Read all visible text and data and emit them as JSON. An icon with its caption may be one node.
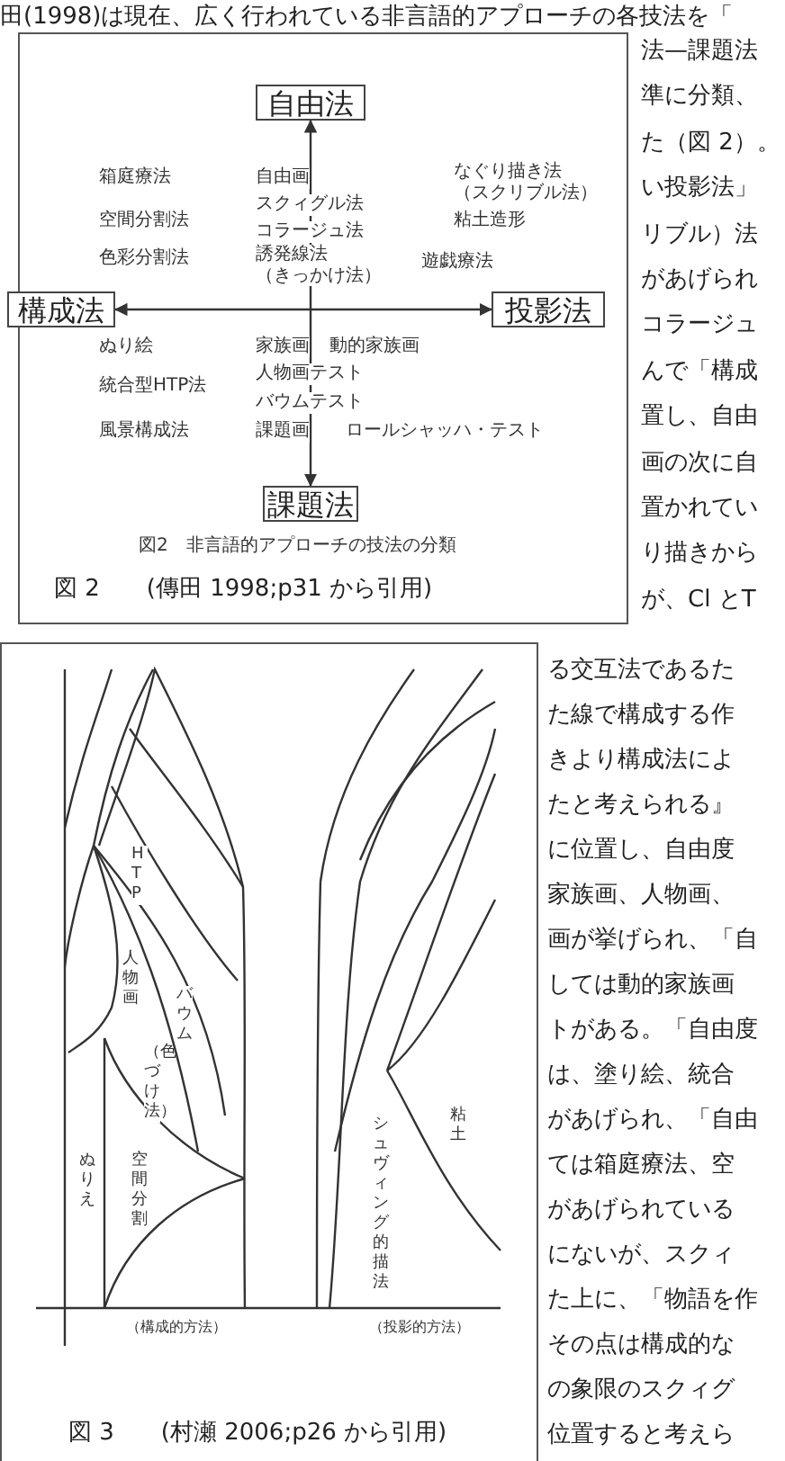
{
  "diagram": {
    "nodes": [
      {
        "text": [
          "自由法"
        ]
      },
      {
        "text": [
          "構成法"
        ]
      },
      {
        "text": [
          "投影法"
        ]
      },
      {
        "text": [
          "課題法"
        ]
      }
    ],
    "edges": [
      {
        "from": 1,
        "to": 2,
        "arrow": "both"
      },
      {
        "from": 0,
        "to": 3,
        "arrow": "both"
      }
    ],
    "labels": [
      "田(1998)は現在、広く行われている非言語的アプローチの各技法を「",
      "法—課題法",
      "準に分類、",
      "た（図 2）。",
      "い投影法」",
      "リブル）法",
      "があげられ",
      "コラージュ",
      "んで「構成",
      "置し、自由",
      "画の次に自",
      "置かれてい",
      "り描きから",
      "が、Cl とT",
      "箱庭療法",
      "自由画",
      "なぐり描き法（スクリブル法）",
      "空間分割法",
      "スクィグル法",
      "粘土造形",
      "コラージュ法",
      "色彩分割法",
      "誘発線法（きっかけ法）",
      "遊戯療法",
      "ぬり絵",
      "家族画",
      "動的家族画",
      "統合型HTP法",
      "人物画テスト",
      "バウムテスト",
      "風景構成法",
      "課題画",
      "ロールシャッハ・テスト",
      "図2　非言語的アプローチの技法の分類",
      "図 2　　(傳田 1998;p31 から引用)",
      "HTP",
      "人物画",
      "バウム",
      "（色づけ法）",
      "ぬりえ",
      "空間分割",
      "シュヴィング的描法",
      "粘土",
      "（構成的方法）",
      "（投影的方法）",
      "図 3　　(村瀬 2006;p26 から引用)",
      "る交互法であるた",
      "た線で構成する作",
      "きより構成法によ",
      "たと考えられる』",
      "に位置し、自由度",
      "家族画、人物画、",
      "画が挙げられ、「自",
      "しては動的家族画",
      "トがある。「自由度",
      "は、塗り絵、統合",
      "があげられ、「自由",
      "ては箱庭療法、空",
      "があげられている",
      "にないが、スクィ",
      "た上に、「物語を作",
      "その点は構成的な",
      "の象限のスクィグ",
      "位置すると考えら"
    ]
  }
}
